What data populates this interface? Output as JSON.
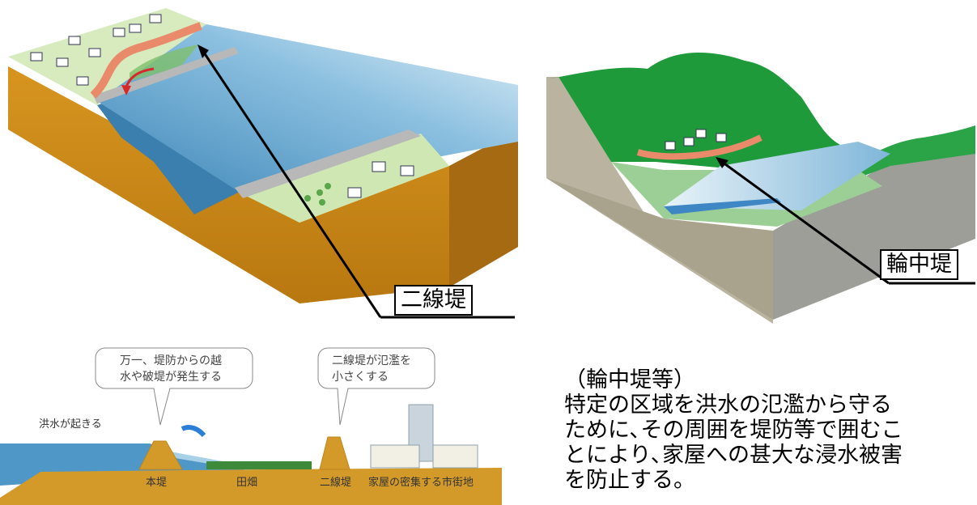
{
  "labels": {
    "nisenteki": "二線堤",
    "wajuteki": "輪中堤"
  },
  "cross_section": {
    "bubble_left_line1": "万一、堤防からの越",
    "bubble_left_line2": "水や破堤が発生する",
    "bubble_right_line1": "二線堤が氾濫を",
    "bubble_right_line2": "小さくする",
    "flood_label": "洪水が起きる",
    "main_levee": "本堤",
    "field": "田畑",
    "second_levee": "二線堤",
    "town": "家屋の密集する市街地"
  },
  "description": {
    "title": "（輪中堤等）",
    "line1": "特定の区域を洪水の氾濫から守る",
    "line2": "ために､その周囲を堤防等で囲むこ",
    "line3": "とにより､家屋への甚大な浸水被害",
    "line4": "を防止する。"
  },
  "colors": {
    "soil": "#c98a1c",
    "soil_dark": "#9a6410",
    "water": "#4f97c7",
    "water_light": "#cfe6f3",
    "grass": "#cfe8b8",
    "mountain": "#1f9a3a",
    "levee": "#f0a080",
    "rock": "#a7a59a"
  }
}
